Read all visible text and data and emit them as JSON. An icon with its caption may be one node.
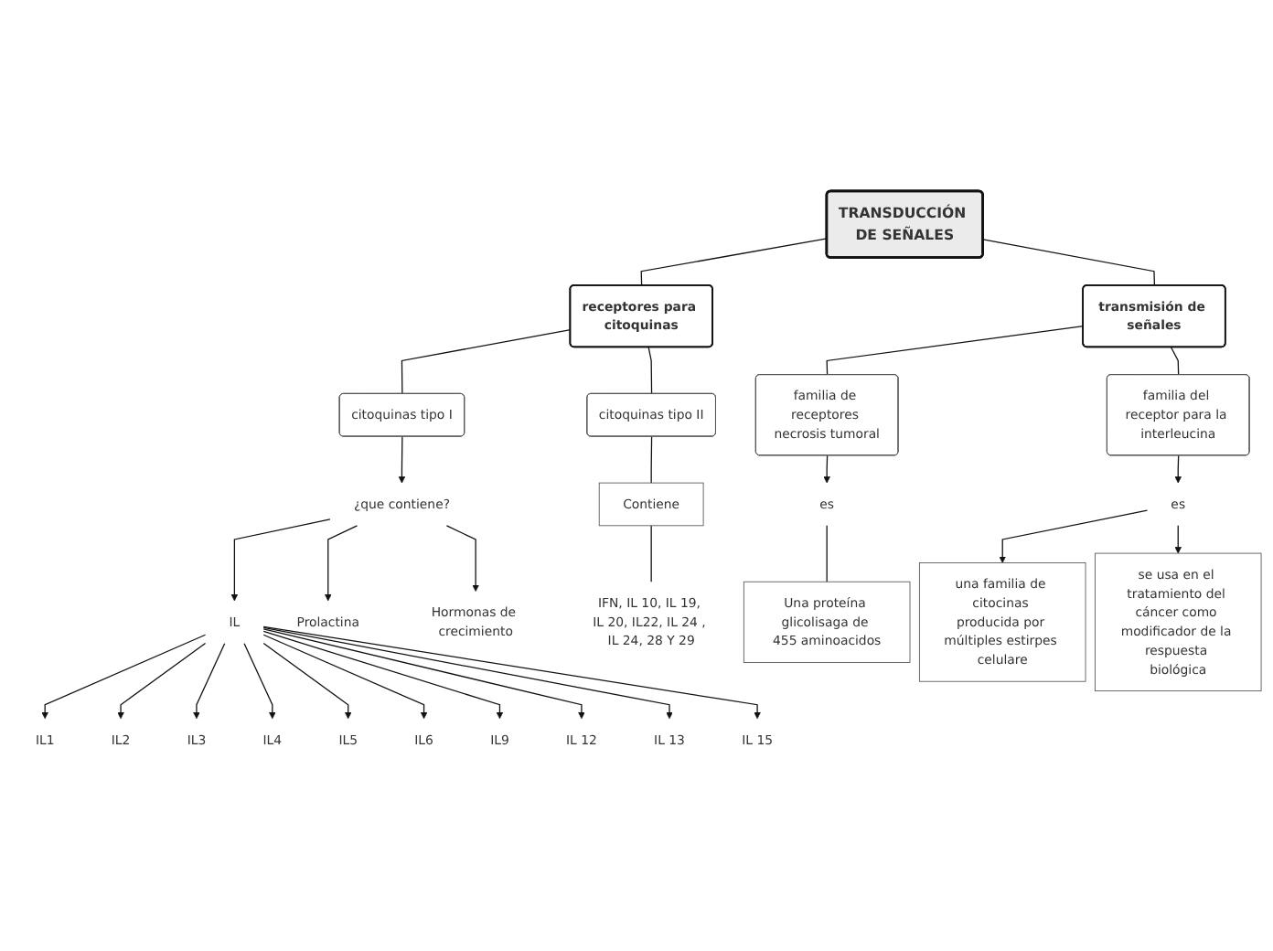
{
  "diagram": {
    "nodes": [
      {
        "text": [
          "TRANSDUCCIÓN DE SEÑALES"
        ]
      },
      {
        "text": [
          "receptores para citoquinas"
        ]
      },
      {
        "text": [
          "transmisión de señales"
        ]
      },
      {
        "text": [
          "citoquinas tipo I"
        ]
      },
      {
        "text": [
          "citoquinas tipo II"
        ]
      },
      {
        "text": [
          "familia de receptores necrosis tumoral"
        ]
      },
      {
        "text": [
          "familia del receptor para la interleucina"
        ]
      },
      {
        "text": [
          "¿que contiene?"
        ]
      },
      {
        "text": [
          "IL"
        ]
      },
      {
        "text": [
          "Prolactina"
        ]
      },
      {
        "text": [
          "Hormonas de crecimiento"
        ]
      },
      {
        "text": [
          "Contiene"
        ]
      },
      {
        "text": [
          "IFN, IL 10, IL 19, IL 20, IL22, IL 24 , IL 24, 28 Y 29"
        ]
      },
      {
        "text": [
          "IL1"
        ]
      },
      {
        "text": [
          "IL2"
        ]
      },
      {
        "text": [
          "IL3"
        ]
      },
      {
        "text": [
          "IL4"
        ]
      },
      {
        "text": [
          "IL5"
        ]
      },
      {
        "text": [
          "IL6"
        ]
      },
      {
        "text": [
          "IL9"
        ]
      },
      {
        "text": [
          "IL 12"
        ]
      },
      {
        "text": [
          "IL 13"
        ]
      },
      {
        "text": [
          "IL 15"
        ]
      },
      {
        "text": [
          "Una proteína glicolisaga de 455 aminoacidos"
        ]
      },
      {
        "text": [
          "es"
        ]
      },
      {
        "text": [
          "es"
        ]
      },
      {
        "text": [
          "una familia de citocinas producida por múltiples estirpes celulare"
        ]
      },
      {
        "text": [
          "se usa en el tratamiento del cáncer como modificador de la respuesta biológica"
        ]
      }
    ],
    "edges": [
      {
        "from": 0,
        "to": 1,
        "arrow": "none"
      },
      {
        "from": 0,
        "to": 2,
        "arrow": "none"
      },
      {
        "from": 1,
        "to": 3,
        "arrow": "none"
      },
      {
        "from": 1,
        "to": 4,
        "arrow": "none"
      },
      {
        "from": 2,
        "to": 5,
        "arrow": "none"
      },
      {
        "from": 2,
        "to": 6,
        "arrow": "none"
      },
      {
        "from": 3,
        "to": 7,
        "arrow": "to"
      },
      {
        "from": 7,
        "to": 8,
        "arrow": "to"
      },
      {
        "from": 7,
        "to": 9,
        "arrow": "to"
      },
      {
        "from": 7,
        "to": 10,
        "arrow": "to"
      },
      {
        "from": 4,
        "to": 11,
        "arrow": "none"
      },
      {
        "from": 11,
        "to": 12,
        "arrow": "none"
      },
      {
        "from": 8,
        "to": 13,
        "arrow": "to"
      },
      {
        "from": 8,
        "to": 14,
        "arrow": "to"
      },
      {
        "from": 8,
        "to": 15,
        "arrow": "to"
      },
      {
        "from": 8,
        "to": 16,
        "arrow": "to"
      },
      {
        "from": 8,
        "to": 17,
        "arrow": "to"
      },
      {
        "from": 8,
        "to": 18,
        "arrow": "to"
      },
      {
        "from": 8,
        "to": 19,
        "arrow": "to"
      },
      {
        "from": 8,
        "to": 20,
        "arrow": "to"
      },
      {
        "from": 8,
        "to": 21,
        "arrow": "to"
      },
      {
        "from": 8,
        "to": 22,
        "arrow": "to"
      },
      {
        "from": 5,
        "to": 24,
        "arrow": "to"
      },
      {
        "from": 24,
        "to": 23,
        "arrow": "none"
      },
      {
        "from": 6,
        "to": 25,
        "arrow": "to"
      },
      {
        "from": 25,
        "to": 26,
        "arrow": "to"
      },
      {
        "from": 25,
        "to": 27,
        "arrow": "to"
      }
    ]
  }
}
